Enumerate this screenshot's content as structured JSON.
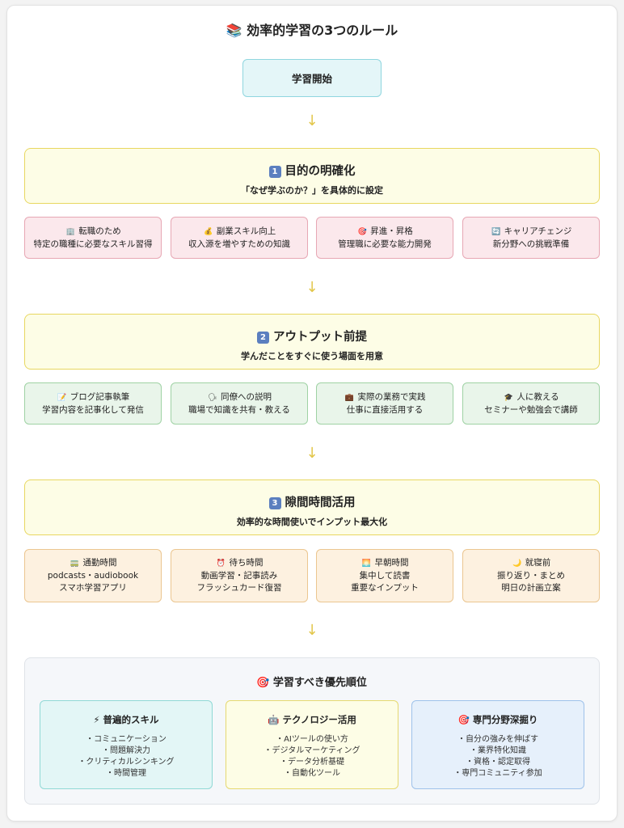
{
  "title": {
    "emoji": "📚",
    "text": "効率的学習の3つのルール"
  },
  "start": "学習開始",
  "arrow": "↓",
  "rules": [
    {
      "num": "1",
      "title": "目的の明確化",
      "subtitle": "「なぜ学ぶのか？」を具体的に設定",
      "items": [
        {
          "icon": "🏢",
          "title": "転職のため",
          "lines": [
            "特定の職種に必要なスキル習得"
          ]
        },
        {
          "icon": "💰",
          "title": "副業スキル向上",
          "lines": [
            "収入源を増やすための知識"
          ]
        },
        {
          "icon": "🎯",
          "title": "昇進・昇格",
          "lines": [
            "管理職に必要な能力開発"
          ]
        },
        {
          "icon": "🔄",
          "title": "キャリアチェンジ",
          "lines": [
            "新分野への挑戦準備"
          ]
        }
      ]
    },
    {
      "num": "2",
      "title": "アウトプット前提",
      "subtitle": "学んだことをすぐに使う場面を用意",
      "items": [
        {
          "icon": "📝",
          "title": "ブログ記事執筆",
          "lines": [
            "学習内容を記事化して発信"
          ]
        },
        {
          "icon": "🗣",
          "title": "同僚への説明",
          "lines": [
            "職場で知識を共有・教える"
          ]
        },
        {
          "icon": "💼",
          "title": "実際の業務で実践",
          "lines": [
            "仕事に直接活用する"
          ]
        },
        {
          "icon": "🎓",
          "title": "人に教える",
          "lines": [
            "セミナーや勉強会で講師"
          ]
        }
      ]
    },
    {
      "num": "3",
      "title": "隙間時間活用",
      "subtitle": "効率的な時間使いでインプット最大化",
      "items": [
        {
          "icon": "🚃",
          "title": "通勤時間",
          "lines": [
            "podcasts・audiobook",
            "スマホ学習アプリ"
          ]
        },
        {
          "icon": "⏰",
          "title": "待ち時間",
          "lines": [
            "動画学習・記事読み",
            "フラッシュカード復習"
          ]
        },
        {
          "icon": "🌅",
          "title": "早朝時間",
          "lines": [
            "集中して読書",
            "重要なインプット"
          ]
        },
        {
          "icon": "🌙",
          "title": "就寝前",
          "lines": [
            "振り返り・まとめ",
            "明日の計画立案"
          ]
        }
      ]
    }
  ],
  "priority": {
    "icon": "🎯",
    "title": "学習すべき優先順位",
    "cards": [
      {
        "icon": "⚡",
        "title": "普遍的スキル",
        "items": [
          "・コミュニケーション",
          "・問題解決力",
          "・クリティカルシンキング",
          "・時間管理"
        ]
      },
      {
        "icon": "🤖",
        "title": "テクノロジー活用",
        "items": [
          "・AIツールの使い方",
          "・デジタルマーケティング",
          "・データ分析基礎",
          "・自動化ツール"
        ]
      },
      {
        "icon": "🎯",
        "title": "専門分野深掘り",
        "items": [
          "・自分の強みを伸ばす",
          "・業界特化知識",
          "・資格・認定取得",
          "・専門コミュニティ参加"
        ]
      }
    ]
  }
}
